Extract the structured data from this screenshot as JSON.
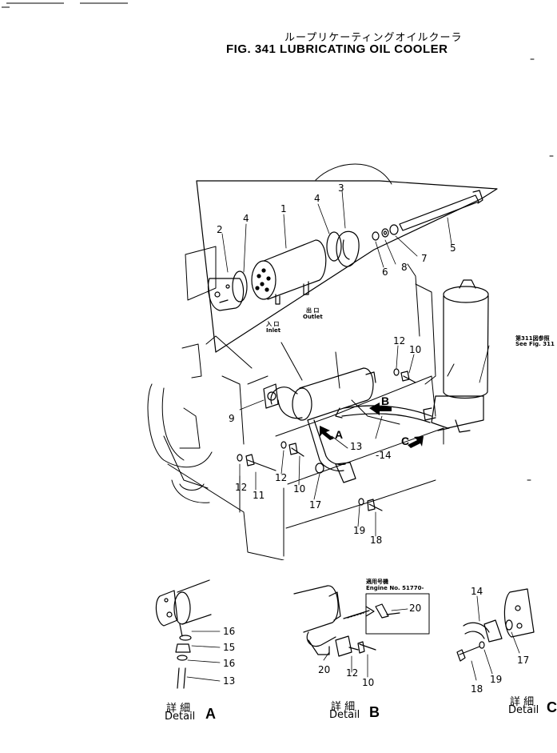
{
  "header": {
    "title_jp": "ループリケーティングオイルクーラ",
    "title_en": "FIG. 341  LUBRICATING OIL COOLER"
  },
  "main_view": {
    "parts": [
      "1",
      "2",
      "3",
      "4",
      "4",
      "5",
      "6",
      "7",
      "8",
      "9",
      "10",
      "10",
      "11",
      "12",
      "12",
      "12",
      "13",
      "-14",
      "17",
      "18",
      "19"
    ],
    "inlet_jp": "入 口",
    "inlet_en": "Inlet",
    "outlet_jp": "出 口",
    "outlet_en": "Outlet",
    "ref_jp": "第311図参照",
    "ref_en": "See Fig. 311",
    "arrow_a": "A",
    "arrow_b": "B",
    "arrow_c": "C"
  },
  "detail_a": {
    "parts": [
      "16",
      "15",
      "16",
      "13"
    ],
    "label_jp": "詳 細",
    "label_en": "Detail",
    "letter": "A"
  },
  "detail_b": {
    "parts": [
      "20",
      "20",
      "12",
      "10"
    ],
    "note_jp": "適用号機",
    "note_en": "Engine No. 51770-",
    "label_jp": "詳 細",
    "label_en": "Detail",
    "letter": "B"
  },
  "detail_c": {
    "parts": [
      "14",
      "17",
      "18",
      "19"
    ],
    "label_jp": "詳 細",
    "label_en": "Detail",
    "letter": "C"
  }
}
